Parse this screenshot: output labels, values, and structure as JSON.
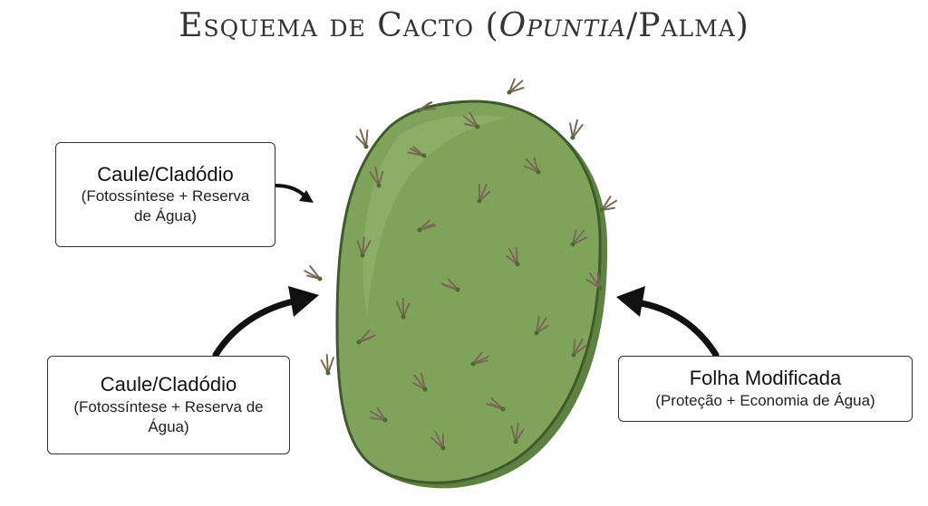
{
  "diagram": {
    "title": {
      "prefix": "Esquema de Cacto (",
      "italic": "Opuntia",
      "suffix": "/Palma)"
    },
    "labels": [
      {
        "main": "Caule/Cladódio",
        "sub": "(Fotossíntese + Reserva de Água)"
      },
      {
        "main": "Caule/Cladódio",
        "sub": "(Fotossíntese + Reserva de Água)"
      },
      {
        "main": "Folha Modificada",
        "sub": "(Proteção + Economia de Água)"
      }
    ],
    "colors": {
      "pad_fill": "#7fa35b",
      "pad_shadow": "#5f8142",
      "pad_outline": "#3f5a2c",
      "spine": "#7a6a55",
      "arrow": "#111111"
    }
  }
}
